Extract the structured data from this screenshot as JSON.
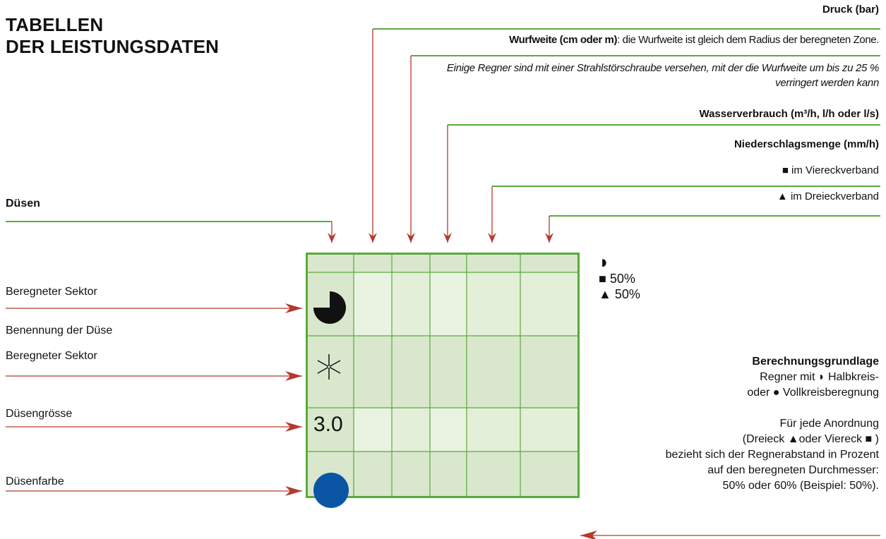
{
  "title": {
    "line1": "TABELLEN",
    "line2": "DER LEISTUNGSDATEN"
  },
  "right_labels": {
    "druck": "Druck (bar)",
    "wurfweite_bold": "Wurfweite (cm oder m)",
    "wurfweite_rest": ": die Wurfweite ist gleich dem Radius der beregneten Zone.",
    "note_line1": "Einige Regner sind mit einer Strahlstörschraube versehen, mit der die Wurfweite um bis zu 25 %",
    "note_line2": "verringert werden kann",
    "wasserverbrauch": "Wasserverbrauch (m³/h, l/h oder l/s)",
    "niederschlag": "Niederschlagsmenge (mm/h)",
    "viereck_symbol": "■",
    "viereck": "im Viereckverband",
    "dreieck_symbol": "▲",
    "dreieck": "im Dreieckverband"
  },
  "left_labels": {
    "duesen": "Düsen",
    "sektor1": "Beregneter Sektor",
    "benennung": "Benennung der Düse",
    "sektor2": "Beregneter Sektor",
    "groesse": "Düsengrösse",
    "farbe": "Düsenfarbe"
  },
  "cells": {
    "nozzle_size": "3.0"
  },
  "legend": {
    "half_symbol": "◗",
    "square_line": "■ 50%",
    "triangle_line": "▲ 50%"
  },
  "calc_note": {
    "heading": "Berechnungsgrundlage",
    "line1": "Regner mit ◗ Halbkreis-",
    "line2": "oder ● Vollkreisberegnung",
    "line3": "Für jede Anordnung",
    "line4": "(Dreieck ▲oder Viereck ■ )",
    "line5": "bezieht sich der Regnerabstand in Prozent",
    "line6": "auf den beregneten Durchmesser:",
    "line7": "50% oder 60% (Beispiel: 50%)."
  },
  "colors": {
    "green_line": "#5aaa3c",
    "arrow_red": "#b33a2c",
    "grid_dark": "#d9e8cc",
    "grid_light": "#eaf3e2",
    "grid_border": "#5aaa3c",
    "nozzle_blue": "#0a56a4"
  }
}
